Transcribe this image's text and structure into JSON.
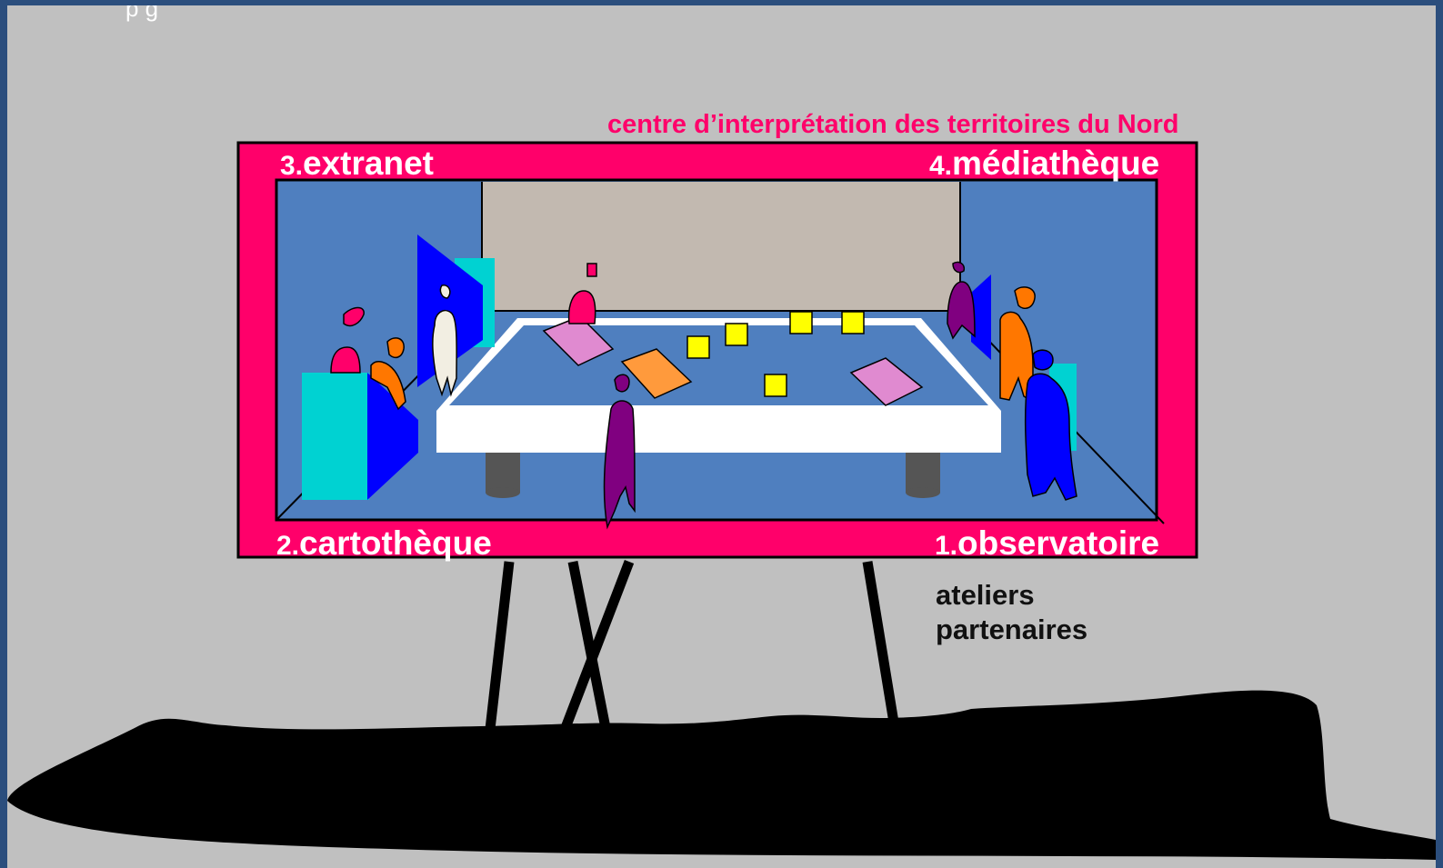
{
  "top_fragment": "p              g",
  "headline": "centre d’interprétation des territoires du Nord",
  "corners": {
    "top_left": {
      "num": "3.",
      "label": "extranet"
    },
    "top_right": {
      "num": "4.",
      "label": "médiathèque"
    },
    "bottom_left": {
      "num": "2.",
      "label": "cartothèque"
    },
    "bottom_right": {
      "num": "1.",
      "label": "observatoire"
    }
  },
  "side_note": {
    "line1": "ateliers",
    "line2": "partenaires"
  },
  "colors": {
    "background": "#c0c0c0",
    "outer_border": "#2b4e7d",
    "frame": "#ff006a",
    "room": "#4f7fbf",
    "back_wall": "#c2b9b0",
    "table": "#ffffff",
    "accent_yellow": "#ffff00",
    "screen_blue": "#0000ff",
    "screen_cyan": "#00d2d2"
  }
}
